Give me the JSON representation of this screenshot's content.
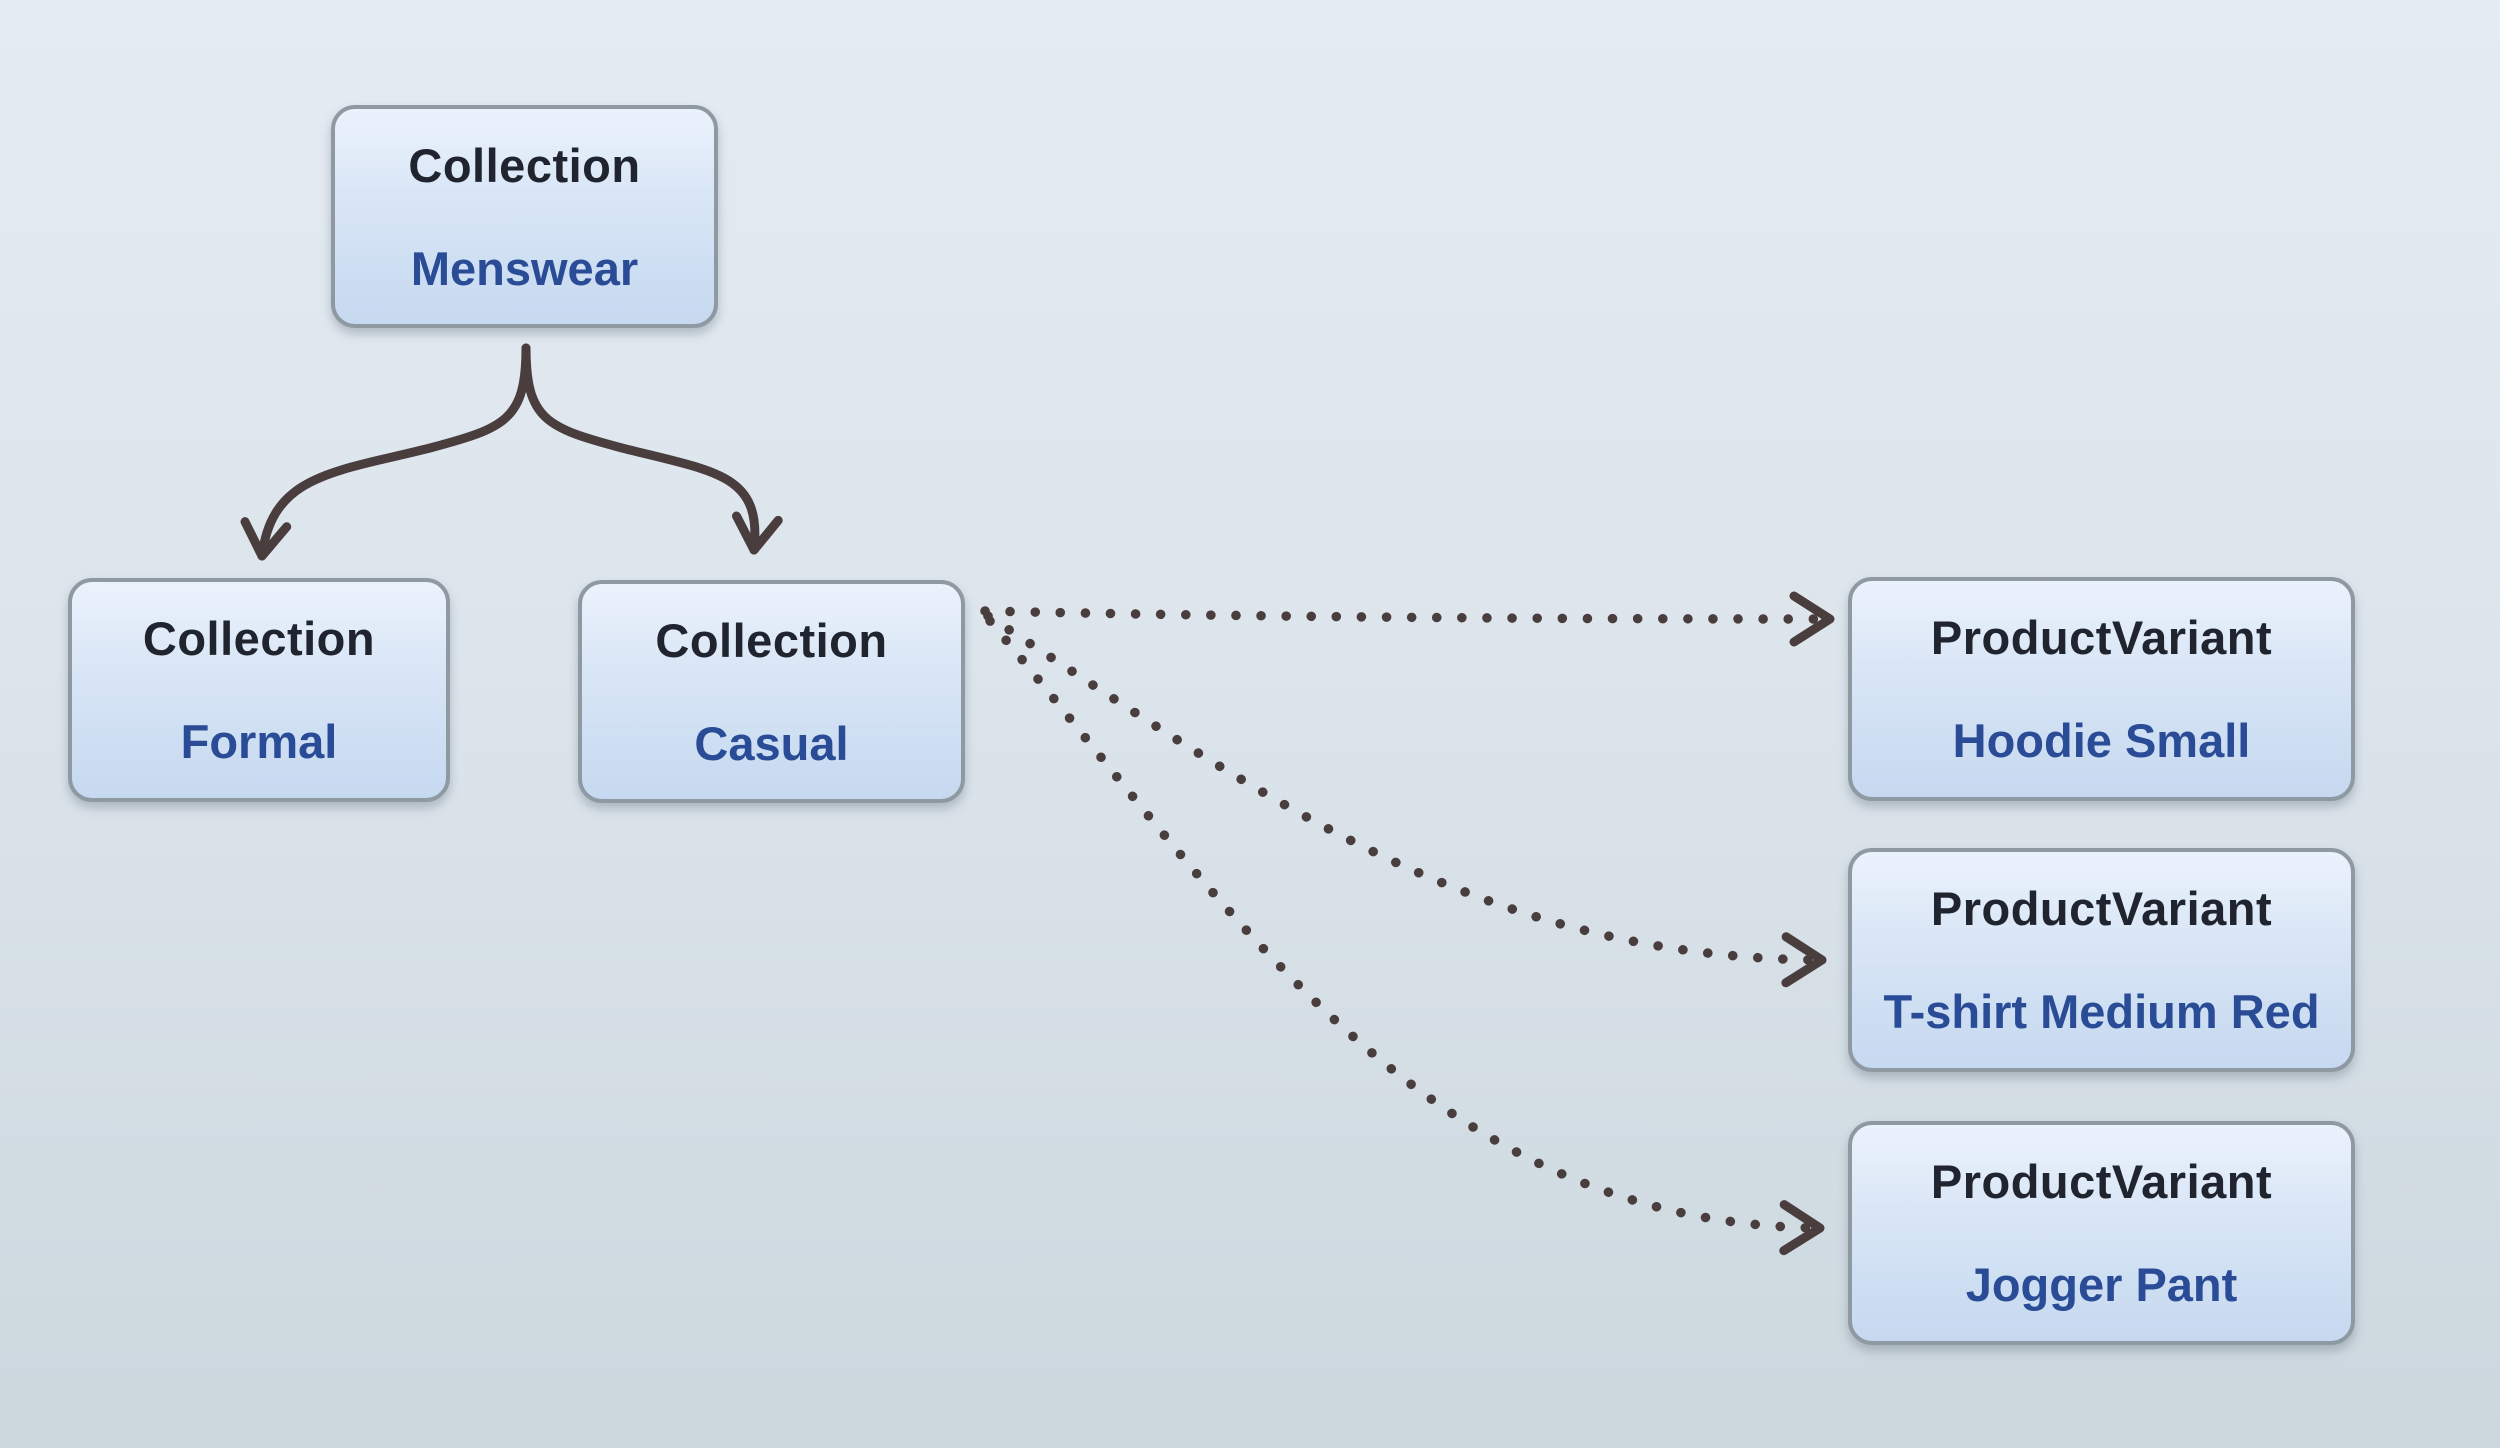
{
  "diagram": {
    "nodes": [
      {
        "id": "menswear",
        "type": "Collection",
        "name": "Menswear"
      },
      {
        "id": "formal",
        "type": "Collection",
        "name": "Formal"
      },
      {
        "id": "casual",
        "type": "Collection",
        "name": "Casual"
      },
      {
        "id": "hoodie",
        "type": "ProductVariant",
        "name": "Hoodie Small"
      },
      {
        "id": "tshirt",
        "type": "ProductVariant",
        "name": "T-shirt Medium Red"
      },
      {
        "id": "jogger",
        "type": "ProductVariant",
        "name": "Jogger Pant"
      }
    ],
    "edges": [
      {
        "from": "Menswear",
        "to": "Formal",
        "style": "solid-curved-arrow"
      },
      {
        "from": "Menswear",
        "to": "Casual",
        "style": "solid-curved-arrow"
      },
      {
        "from": "Casual",
        "to": "Hoodie Small",
        "style": "dotted-curved-arrow"
      },
      {
        "from": "Casual",
        "to": "T-shirt Medium Red",
        "style": "dotted-curved-arrow"
      },
      {
        "from": "Casual",
        "to": "Jogger Pant",
        "style": "dotted-curved-arrow"
      }
    ],
    "colors": {
      "node_type_text": "#20242e",
      "node_name_text": "#2a4b96",
      "node_border": "#8e99a2",
      "node_fill_top": "#ebf2fc",
      "node_fill_bottom": "#c6d9f0",
      "arrow": "#4a3d3d",
      "background_top": "#e4ebf2",
      "background_bottom": "#ccd7de"
    }
  }
}
